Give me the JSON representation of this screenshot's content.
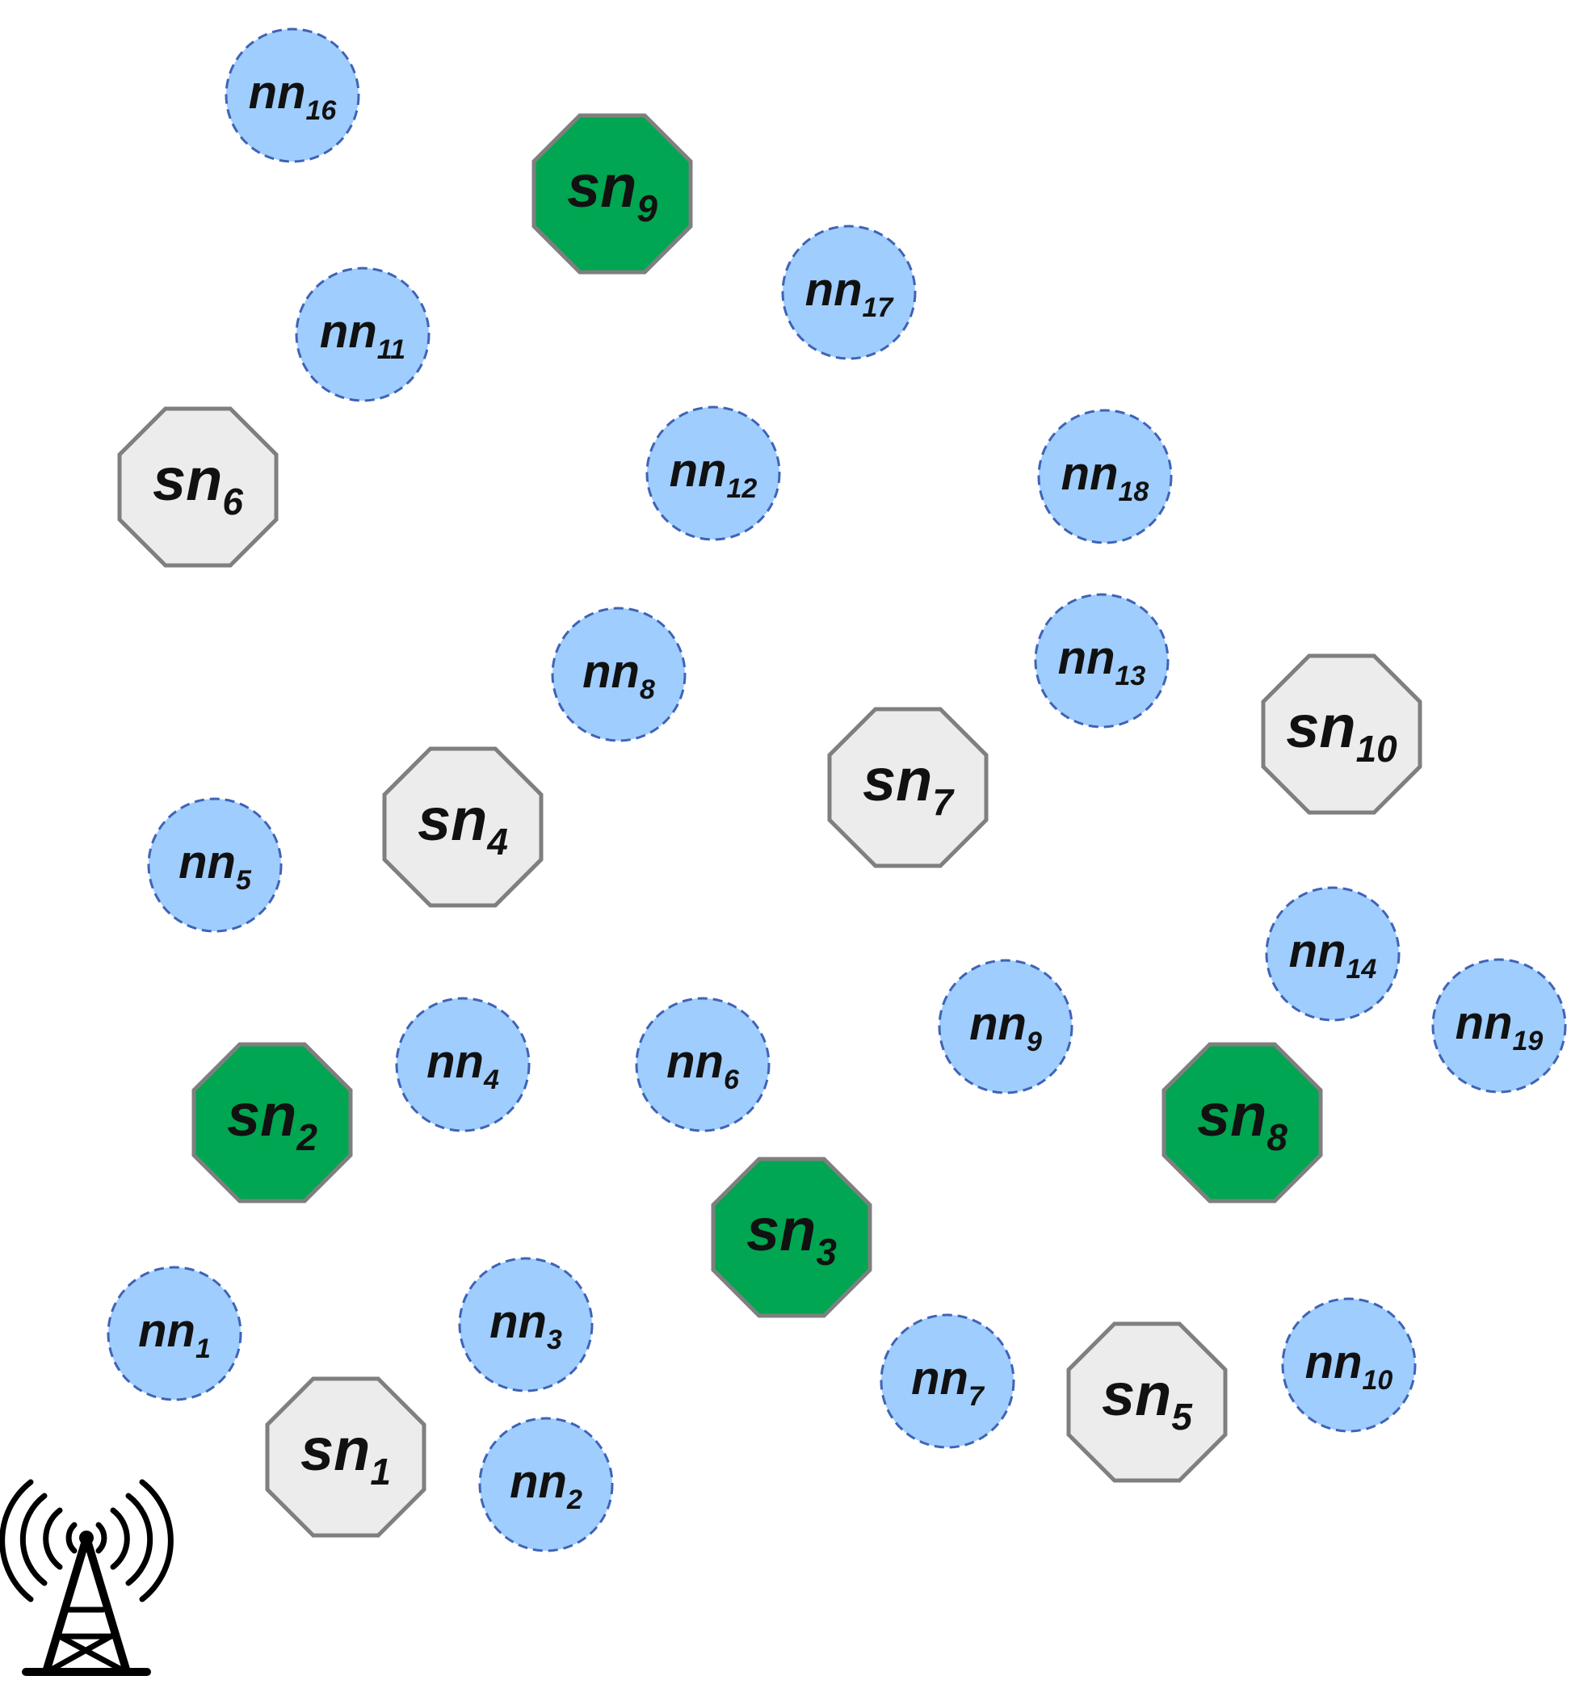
{
  "colors": {
    "normal_node_fill": "#9fcdfd",
    "normal_node_stroke": "#3f63b6",
    "selected_sensor_fill": "#00a651",
    "unselected_sensor_fill": "#ececec",
    "sensor_stroke": "#7f7f7f",
    "base_station": "#000000"
  },
  "icons": {
    "base_station": "antenna-tower-icon"
  },
  "normal_nodes": [
    {
      "id": "nn16",
      "base": "nn",
      "sub": "16"
    },
    {
      "id": "nn11",
      "base": "nn",
      "sub": "11"
    },
    {
      "id": "nn17",
      "base": "nn",
      "sub": "17"
    },
    {
      "id": "nn12",
      "base": "nn",
      "sub": "12"
    },
    {
      "id": "nn18",
      "base": "nn",
      "sub": "18"
    },
    {
      "id": "nn8",
      "base": "nn",
      "sub": "8"
    },
    {
      "id": "nn13",
      "base": "nn",
      "sub": "13"
    },
    {
      "id": "nn5",
      "base": "nn",
      "sub": "5"
    },
    {
      "id": "nn14",
      "base": "nn",
      "sub": "14"
    },
    {
      "id": "nn19",
      "base": "nn",
      "sub": "19"
    },
    {
      "id": "nn9",
      "base": "nn",
      "sub": "9"
    },
    {
      "id": "nn4",
      "base": "nn",
      "sub": "4"
    },
    {
      "id": "nn6",
      "base": "nn",
      "sub": "6"
    },
    {
      "id": "nn1",
      "base": "nn",
      "sub": "1"
    },
    {
      "id": "nn3",
      "base": "nn",
      "sub": "3"
    },
    {
      "id": "nn7",
      "base": "nn",
      "sub": "7"
    },
    {
      "id": "nn10",
      "base": "nn",
      "sub": "10"
    },
    {
      "id": "nn2",
      "base": "nn",
      "sub": "2"
    }
  ],
  "sensor_nodes": [
    {
      "id": "sn9",
      "base": "sn",
      "sub": "9",
      "selected": true
    },
    {
      "id": "sn6",
      "base": "sn",
      "sub": "6",
      "selected": false
    },
    {
      "id": "sn10",
      "base": "sn",
      "sub": "10",
      "selected": false
    },
    {
      "id": "sn7",
      "base": "sn",
      "sub": "7",
      "selected": false
    },
    {
      "id": "sn4",
      "base": "sn",
      "sub": "4",
      "selected": false
    },
    {
      "id": "sn2",
      "base": "sn",
      "sub": "2",
      "selected": true
    },
    {
      "id": "sn8",
      "base": "sn",
      "sub": "8",
      "selected": true
    },
    {
      "id": "sn3",
      "base": "sn",
      "sub": "3",
      "selected": true
    },
    {
      "id": "sn5",
      "base": "sn",
      "sub": "5",
      "selected": false
    },
    {
      "id": "sn1",
      "base": "sn",
      "sub": "1",
      "selected": false
    }
  ]
}
